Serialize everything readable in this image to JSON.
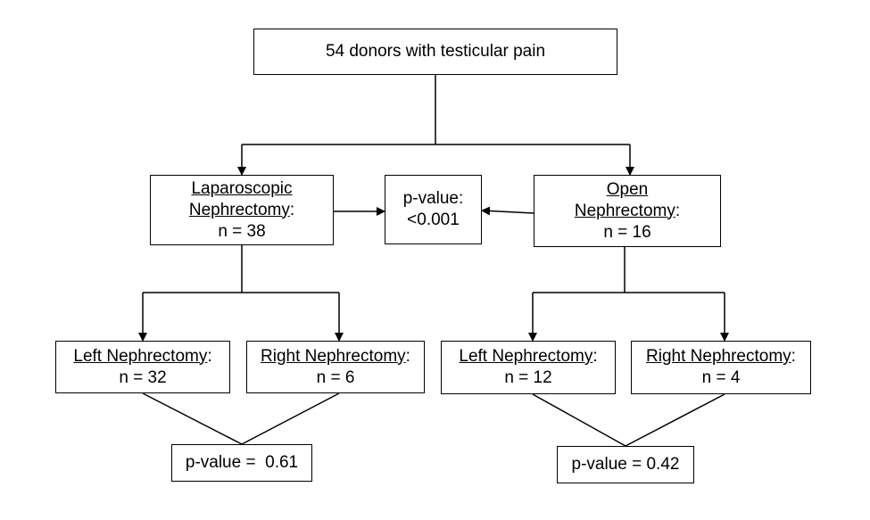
{
  "root": {
    "text": "54 donors with testicular pain"
  },
  "laparoscopic": {
    "line1": "Laparoscopic",
    "line2": "Nephrectomy",
    "colon": ":",
    "n": "n = 38"
  },
  "open": {
    "line1": "Open",
    "line2": "Nephrectomy",
    "colon": ":",
    "n": "n = 16"
  },
  "comparison": {
    "line1": "p-value:",
    "line2": "<0.001"
  },
  "lap_left": {
    "label": "Left Nephrectomy",
    "colon": ":",
    "n": "n = 32"
  },
  "lap_right": {
    "label": "Right Nephrectomy",
    "colon": ":",
    "n": "n = 6"
  },
  "open_left": {
    "label": "Left Nephrectomy",
    "colon": ":",
    "n": "n = 12"
  },
  "open_right": {
    "label": "Right Nephrectomy",
    "colon": ":",
    "n": "n = 4"
  },
  "lap_pvalue": {
    "text": "p-value =  0.61"
  },
  "open_pvalue": {
    "text": "p-value = 0.42"
  }
}
